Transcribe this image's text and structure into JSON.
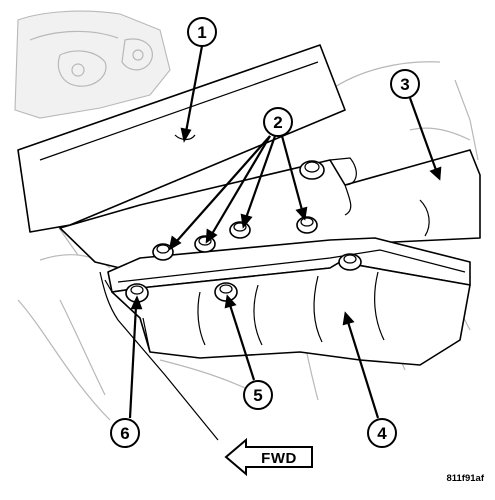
{
  "figure": {
    "reference_code": "811f91af",
    "direction_label": "FWD",
    "callouts": [
      {
        "number": "1"
      },
      {
        "number": "2"
      },
      {
        "number": "3"
      },
      {
        "number": "4"
      },
      {
        "number": "5"
      },
      {
        "number": "6"
      }
    ]
  }
}
